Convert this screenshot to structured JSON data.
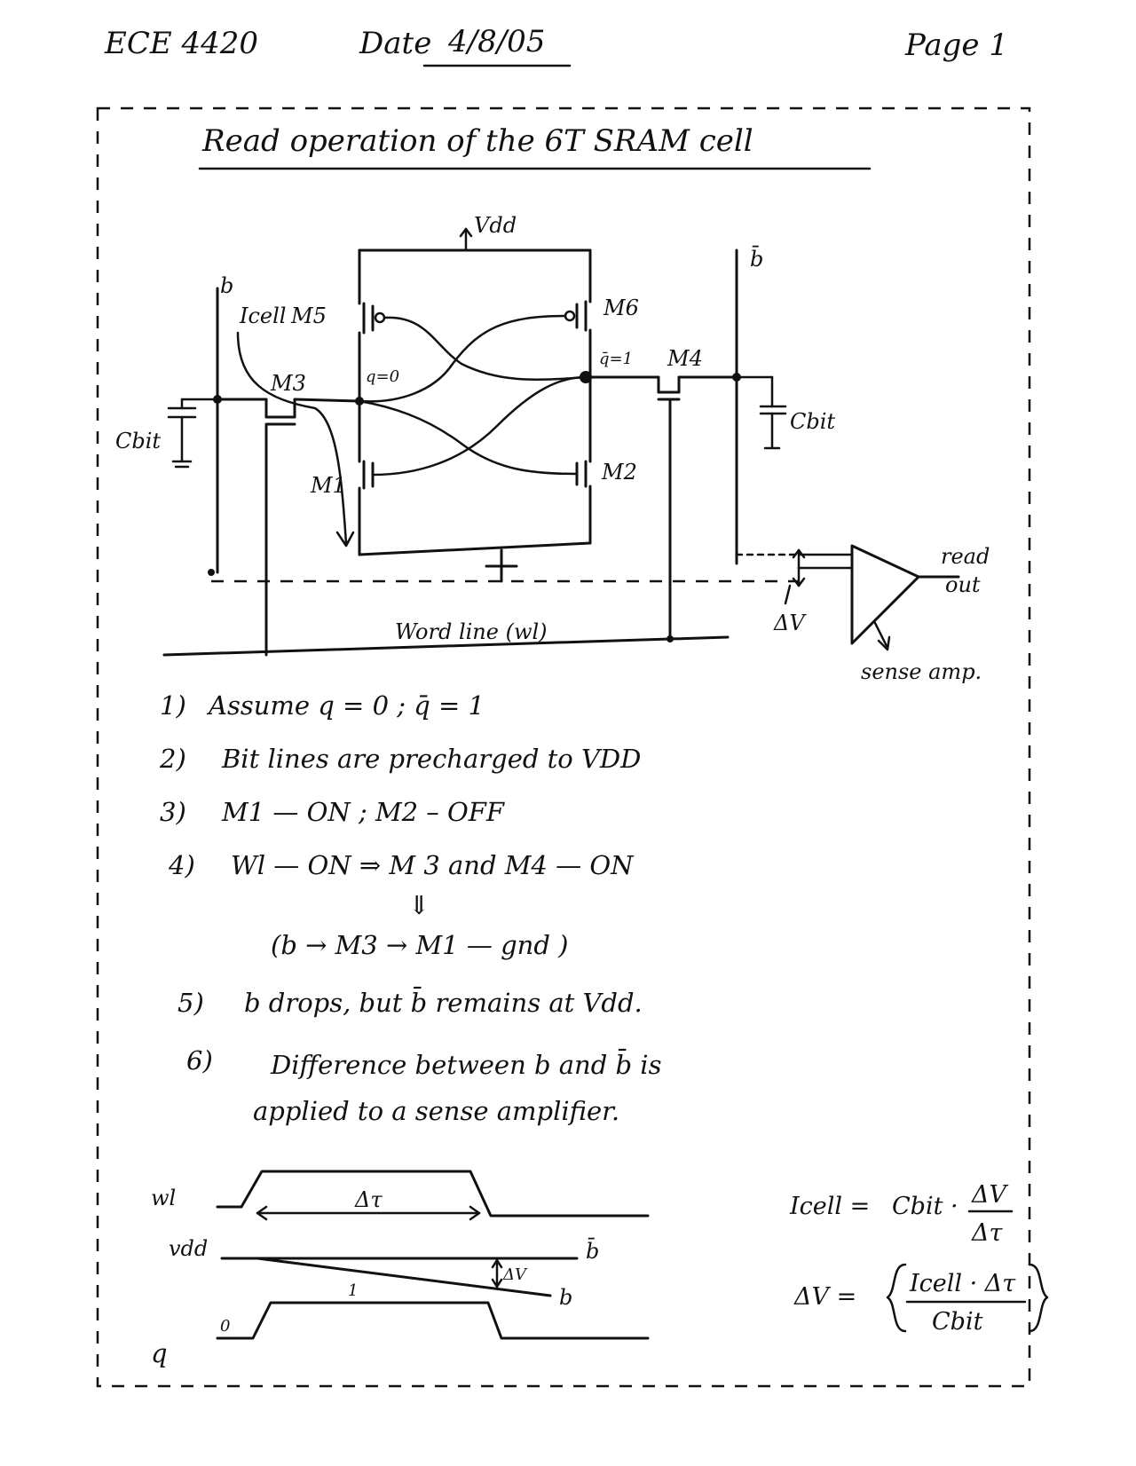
{
  "header": {
    "course": "ECE 4420",
    "date_label": "Date",
    "date_value": "4/8/05",
    "page_label": "Page 1"
  },
  "title": "Read operation of the 6T SRAM cell",
  "circuit": {
    "vdd": "Vdd",
    "b": "b",
    "b_bar": "b̄",
    "icell": "Icell",
    "m5": "M5",
    "m6": "M6",
    "m3": "M3",
    "m4": "M4",
    "m1": "M1",
    "m2": "M2",
    "q_node": "q=0",
    "qbar_node": "q̄=1",
    "cbit_left": "Cbit",
    "cbit_right": "Cbit",
    "word_line": "Word line (wl)",
    "delta_v": "ΔV",
    "read_out": "read out",
    "sense_amp": "sense amp."
  },
  "notes": [
    {
      "num": "1)",
      "text": "Assume   q = 0  ;  q̄ = 1"
    },
    {
      "num": "2)",
      "text": "Bit lines are precharged to VDD"
    },
    {
      "num": "3)",
      "text": "M1 — ON   ;  M2 – OFF"
    },
    {
      "num": "4)",
      "text": "Wl — ON ⇒  M 3  and  M4 — ON"
    },
    {
      "num": "",
      "text": "(b → M3 → M1 — gnd )"
    },
    {
      "num": "5)",
      "text": "b  drops,  but  b̄  remains  at  Vdd."
    },
    {
      "num": "6)",
      "text": "Difference  between  b  and  b̄  is"
    },
    {
      "num": "",
      "text": "applied  to  a  sense  amplifier."
    }
  ],
  "timing": {
    "wl": "wl",
    "vdd": "vdd",
    "q": "q",
    "dt": "Δτ",
    "dv": "ΔV",
    "b_bar": "b̄",
    "b": "b",
    "zero": "0",
    "one": "1"
  },
  "equations": {
    "eq1_lhs": "Icell =",
    "eq1_rhs": "Cbit ·",
    "eq1_num": "ΔV",
    "eq1_den": "Δτ",
    "eq2_lhs": "ΔV =",
    "eq2_num": "Icell · Δτ",
    "eq2_den": "Cbit"
  }
}
